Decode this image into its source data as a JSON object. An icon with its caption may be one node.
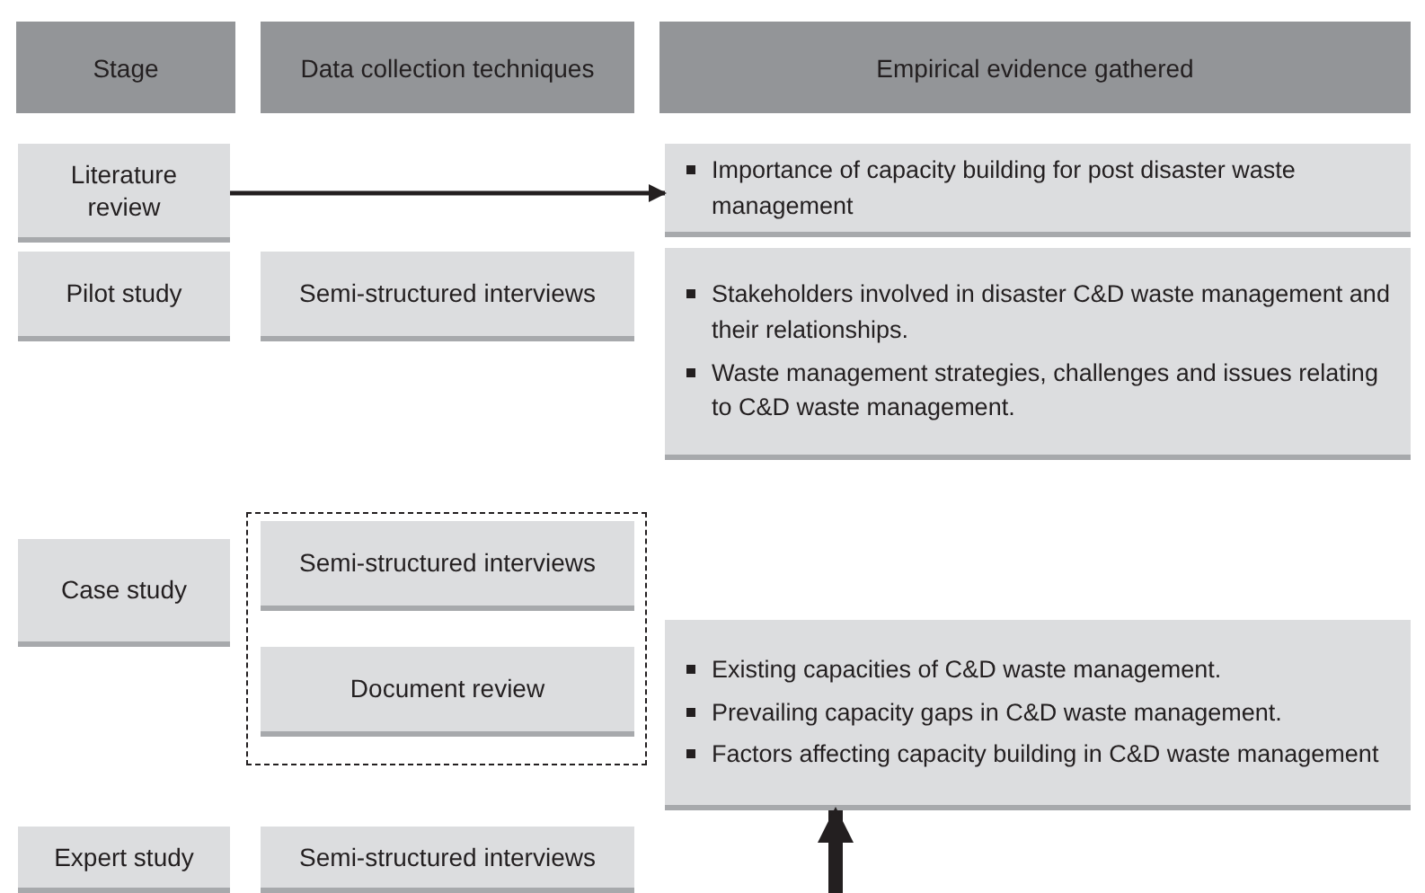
{
  "diagram": {
    "nodes": [
      {
        "text": [
          "Stage"
        ]
      },
      {
        "text": [
          "Data collection techniques"
        ]
      },
      {
        "text": [
          "Empirical evidence gathered"
        ]
      },
      {
        "text": [
          "Literature review"
        ]
      },
      {
        "text": [
          "Importance of capacity building for post disaster waste management"
        ]
      },
      {
        "text": [
          "Pilot study"
        ]
      },
      {
        "text": [
          "Semi-structured interviews"
        ]
      },
      {
        "text": [
          "Stakeholders involved in disaster C&D waste management and their relationships.",
          "Waste management strategies, challenges and issues relating to C&D waste management."
        ]
      },
      {
        "text": [],
        "shape": "box"
      },
      {
        "text": [
          "Semi-structured interviews"
        ],
        "in": 8
      },
      {
        "text": [
          "Document review"
        ],
        "in": 8
      },
      {
        "text": [
          "Case study"
        ]
      },
      {
        "text": [
          "Existing capacities of C&D waste management.",
          "Prevailing capacity gaps in C&D waste management.",
          "Factors affecting capacity building in C&D waste management"
        ]
      },
      {
        "text": [
          "Expert study"
        ]
      },
      {
        "text": [
          "Semi-structured interviews"
        ]
      }
    ],
    "edges": [
      {
        "from": 3,
        "to": 4,
        "arrow": "to"
      },
      {
        "from": null,
        "to": 12,
        "arrow": "to",
        "style": "thick"
      }
    ]
  }
}
